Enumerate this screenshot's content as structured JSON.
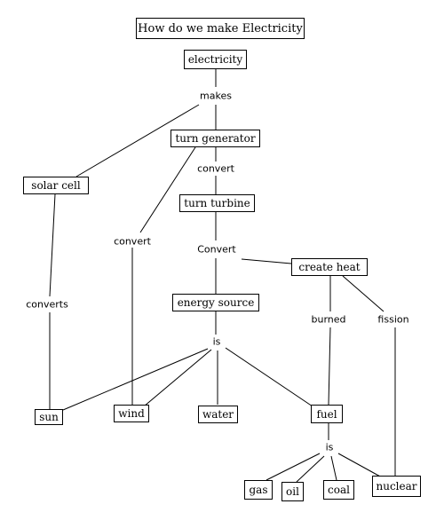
{
  "title": "How do we make Electricity",
  "nodes": {
    "electricity": "electricity",
    "turn_generator": "turn generator",
    "solar_cell": "solar cell",
    "turn_turbine": "turn turbine",
    "create_heat": "create heat",
    "energy_source": "energy source",
    "sun": "sun",
    "wind": "wind",
    "water": "water",
    "fuel": "fuel",
    "gas": "gas",
    "oil": "oil",
    "coal": "coal",
    "nuclear": "nuclear"
  },
  "labels": {
    "makes": "makes",
    "convert_generator": "convert",
    "convert_wind": "convert",
    "convert_heat": "Convert",
    "converts": "converts",
    "burned": "burned",
    "fission": "fission",
    "is_source": "is",
    "is_fuel": "is"
  }
}
